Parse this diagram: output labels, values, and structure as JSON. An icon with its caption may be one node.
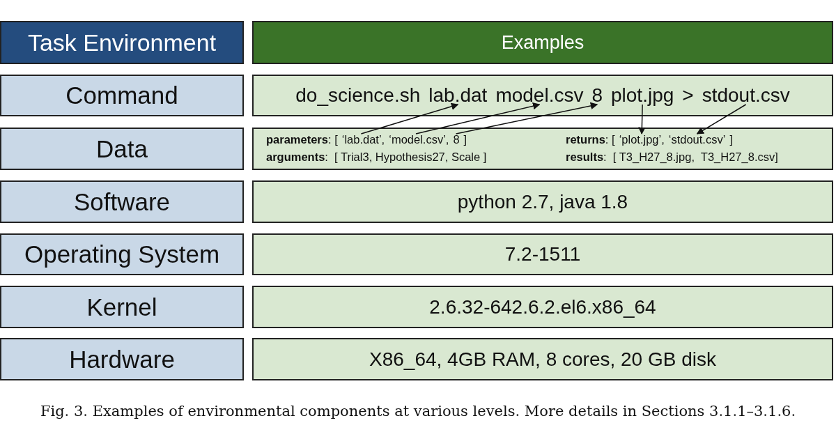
{
  "diagram": {
    "caption": "Fig. 3.  Examples of environmental components at various levels. More details in Sections 3.1.1–3.1.6.",
    "nodes": [
      {
        "text": [
          "Task Environment"
        ]
      },
      {
        "text": [
          "Examples"
        ]
      },
      {
        "text": [
          "Command"
        ]
      },
      {
        "text": [
          "do_science.sh",
          ">"
        ]
      },
      {
        "text": [
          "lab.dat"
        ],
        "in": 3
      },
      {
        "text": [
          "model.csv"
        ],
        "in": 3
      },
      {
        "text": [
          "8"
        ],
        "in": 3
      },
      {
        "text": [
          "plot.jpg"
        ],
        "in": 3
      },
      {
        "text": [
          "stdout.csv"
        ],
        "in": 3
      },
      {
        "text": [
          "Data"
        ]
      },
      {
        "text": [
          "**parameters**: [",
          "]",
          "**returns**: [",
          "]",
          "**arguments**:  [ Trial3, Hypothesis27, Scale ]",
          "**results**:  [ T3_H27_8.jpg,  T3_H27_8.csv]"
        ]
      },
      {
        "text": [
          "‘lab.dat’,"
        ],
        "in": 10
      },
      {
        "text": [
          "‘model.csv’,"
        ],
        "in": 10
      },
      {
        "text": [
          "8"
        ],
        "in": 10
      },
      {
        "text": [
          "‘plot.jpg’,"
        ],
        "in": 10
      },
      {
        "text": [
          "‘stdout.csv’"
        ],
        "in": 10
      },
      {
        "text": [
          "Software"
        ]
      },
      {
        "text": [
          "python 2.7, java 1.8"
        ]
      },
      {
        "text": [
          "Operating System"
        ]
      },
      {
        "text": [
          "7.2-1511"
        ]
      },
      {
        "text": [
          "Kernel"
        ]
      },
      {
        "text": [
          "2.6.32-642.6.2.el6.x86_64"
        ]
      },
      {
        "text": [
          "Hardware"
        ]
      },
      {
        "text": [
          "X86_64, 4GB RAM, 8 cores, 20 GB disk"
        ]
      }
    ],
    "edges": [
      {
        "from": 11,
        "to": 4,
        "arrow": "to"
      },
      {
        "from": 12,
        "to": 5,
        "arrow": "to"
      },
      {
        "from": 13,
        "to": 6,
        "arrow": "to"
      },
      {
        "from": 7,
        "to": 14,
        "arrow": "to"
      },
      {
        "from": 8,
        "to": 15,
        "arrow": "to"
      }
    ]
  }
}
